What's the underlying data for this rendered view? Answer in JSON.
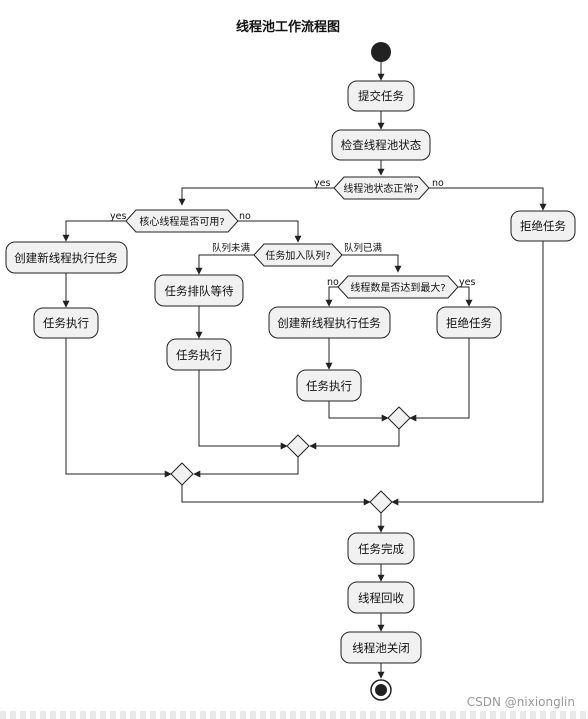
{
  "title": "线程池工作流程图",
  "nodes": {
    "submit": "提交任务",
    "check": "检查线程池状态",
    "reject_main": "拒绝任务",
    "create_core": "创建新线程执行任务",
    "exec_core": "任务执行",
    "queue_wait": "任务排队等待",
    "exec_queue": "任务执行",
    "create_max": "创建新线程执行任务",
    "exec_max": "任务执行",
    "reject_max": "拒绝任务",
    "done": "任务完成",
    "reclaim": "线程回收",
    "shutdown": "线程池关闭"
  },
  "decisions": {
    "status_ok": "线程池状态正常?",
    "core_avail": "核心线程是否可用?",
    "queue_join": "任务加入队列?",
    "max_reached": "线程数是否达到最大?"
  },
  "edge_labels": {
    "status_yes": "yes",
    "status_no": "no",
    "core_yes": "yes",
    "core_no": "no",
    "queue_not_full": "队列未满",
    "queue_full": "队列已满",
    "max_no": "no",
    "max_yes": "yes"
  },
  "watermark": "CSDN @nixionglin"
}
